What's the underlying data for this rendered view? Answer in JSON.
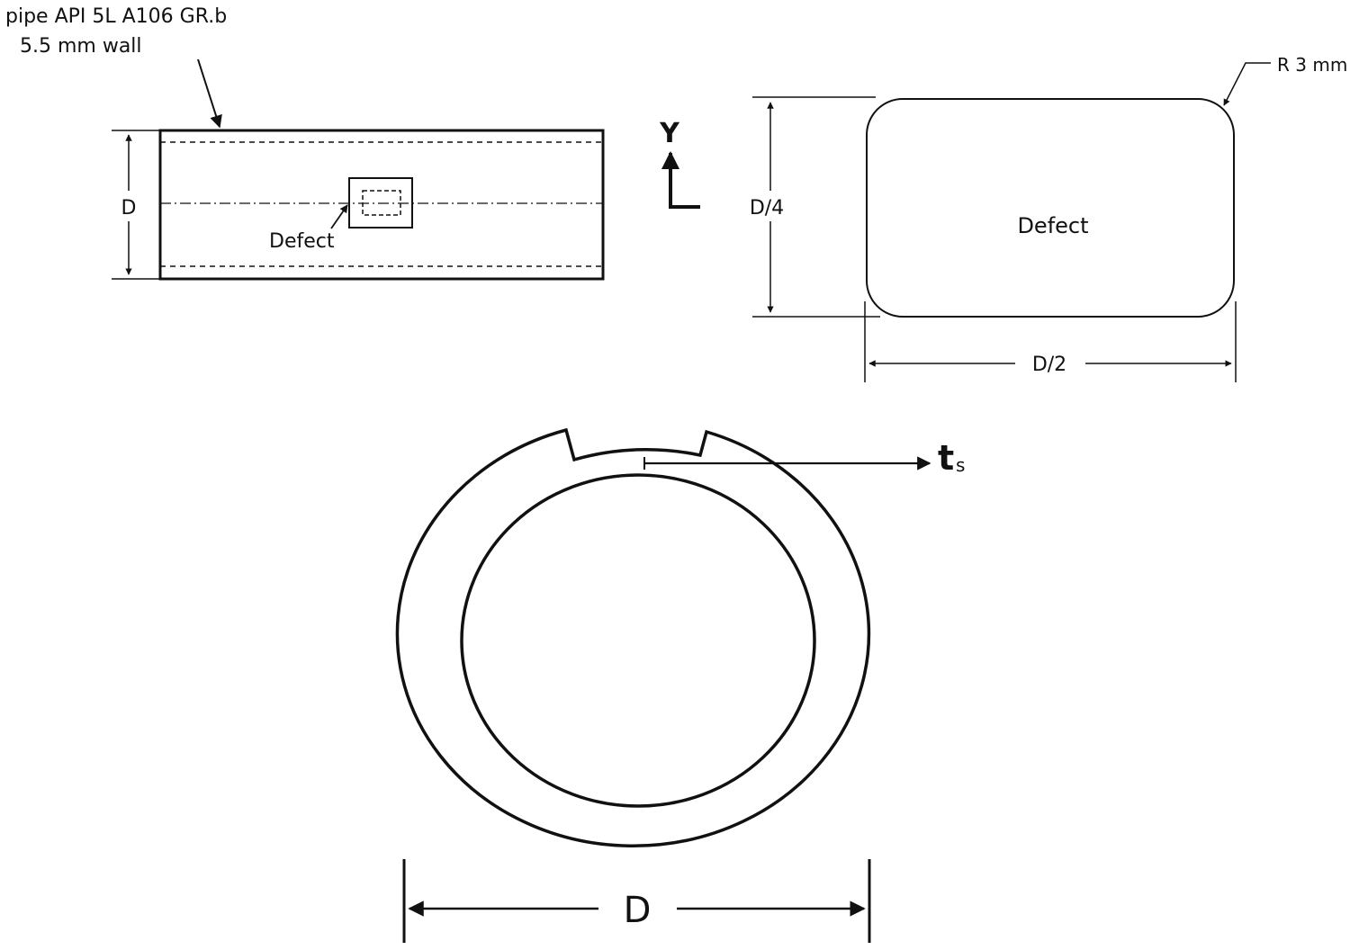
{
  "pipe_spec": {
    "line1": "pipe API 5L A106 GR.b",
    "line2": "5.5 mm wall"
  },
  "side_view": {
    "diameter_label": "D",
    "defect_label": "Defect"
  },
  "axis": {
    "y_label": "Y"
  },
  "defect_detail": {
    "label": "Defect",
    "height_label": "D/4",
    "width_label": "D/2",
    "radius_label": "R 3 mm"
  },
  "cross_section": {
    "thickness_label": "t",
    "thickness_subscript": "s",
    "diameter_label": "D"
  },
  "colors": {
    "line": "#111111",
    "background": "#ffffff"
  }
}
